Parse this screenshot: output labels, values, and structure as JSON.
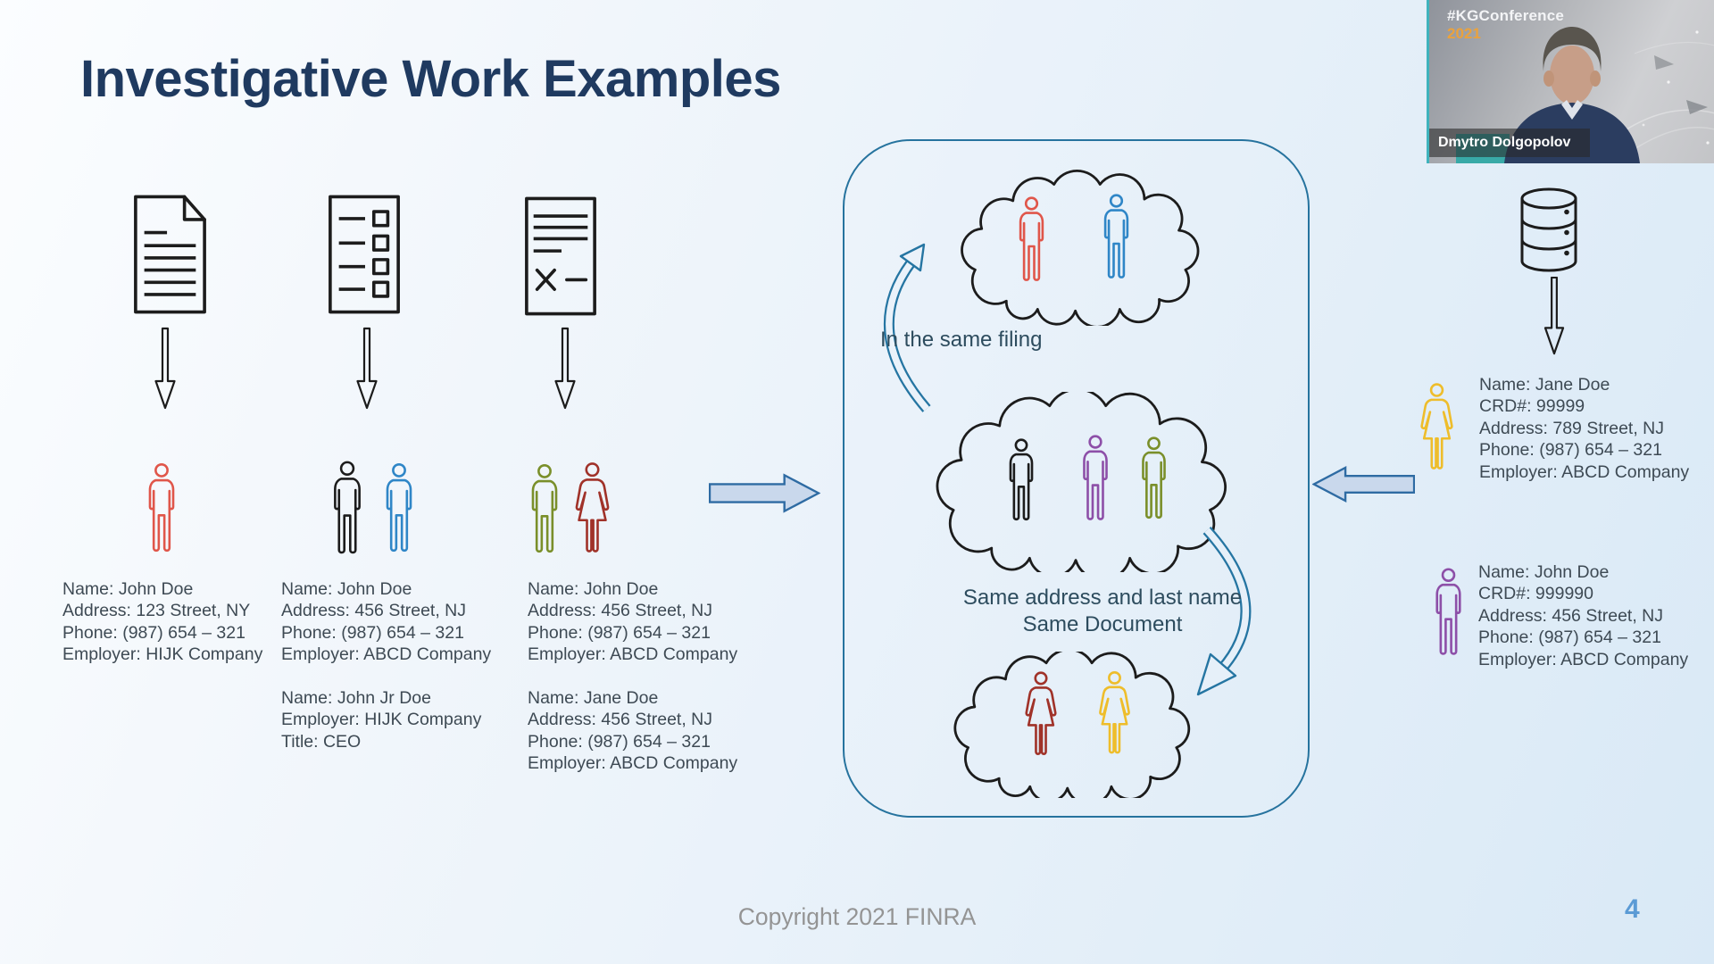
{
  "slide": {
    "title": "Investigative Work Examples",
    "footer": {
      "copyright": "Copyright 2021 FINRA",
      "page_number": "4"
    }
  },
  "filings": [
    {
      "icon": "document-text-icon",
      "records": [
        {
          "lines": [
            "Name: John Doe",
            "Address: 123 Street, NY",
            "Phone: (987) 654 – 321",
            "Employer: HIJK Company"
          ]
        }
      ]
    },
    {
      "icon": "document-checklist-icon",
      "records": [
        {
          "lines": [
            "Name: John Doe",
            "Address: 456 Street, NJ",
            "Phone: (987) 654 – 321",
            "Employer: ABCD Company"
          ]
        },
        {
          "lines": [
            "Name: John Jr Doe",
            "Employer: HIJK Company",
            "Title: CEO"
          ]
        }
      ]
    },
    {
      "icon": "document-strikethrough-icon",
      "records": [
        {
          "lines": [
            "Name: John Doe",
            "Address: 456 Street, NJ",
            "Phone: (987) 654 – 321",
            "Employer: ABCD Company"
          ]
        },
        {
          "lines": [
            "Name: Jane Doe",
            "Address: 456 Street, NJ",
            "Phone: (987) 654 – 321",
            "Employer: ABCD Company"
          ]
        }
      ]
    }
  ],
  "clusters": {
    "top_label": "In the same filing",
    "middle_label_line1": "Same address and last name",
    "middle_label_line2": "Same Document"
  },
  "registry": {
    "records": [
      {
        "lines": [
          "Name: Jane Doe",
          "CRD#: 99999",
          "Address: 789 Street, NJ",
          "Phone: (987) 654 – 321",
          "Employer: ABCD Company"
        ]
      },
      {
        "lines": [
          "Name: John Doe",
          "CRD#: 999990",
          "Address: 456 Street, NJ",
          "Phone: (987) 654 – 321",
          "Employer: ABCD Company"
        ]
      }
    ]
  },
  "webcam": {
    "conference_tag": "#KGConference",
    "year": "2021",
    "speaker_name": "Dmytro Dolgopolov"
  },
  "icons": {
    "document-text-icon": "page with folded corner and text lines",
    "document-checklist-icon": "page with list lines and checkboxes",
    "document-strikethrough-icon": "page with lines, X mark and dash",
    "down-arrow-icon": "hollow downward arrow",
    "right-block-arrow-icon": "filled block arrow pointing right",
    "left-block-arrow-icon": "filled block arrow pointing left",
    "curved-arrow-icon": "outlined curved connector arrow",
    "database-icon": "cylinder database",
    "male-person-icon": "standing man outline",
    "female-person-icon": "standing woman outline",
    "cloud-icon": "cloud outline"
  },
  "colors": {
    "title": "#1f3a60",
    "body_text": "#3e4a54",
    "cluster_label": "#2d4c5e",
    "panel_border": "#26739e",
    "curved_arrow": "#2575a2",
    "block_arrow_fill": "#c9d8ec",
    "block_arrow_stroke": "#2e6ba3",
    "person_red": "#e0564a",
    "person_blue": "#2f86c7",
    "person_black": "#1c1c1c",
    "person_green": "#7a8f2a",
    "person_darkred": "#a03229",
    "person_purple": "#8d4fa8",
    "person_yellow": "#eebd2b",
    "page_number": "#5b9bd5",
    "copyright": "#949494",
    "conference_tag": "#f3f4f6",
    "conference_year": "#eba23c"
  }
}
